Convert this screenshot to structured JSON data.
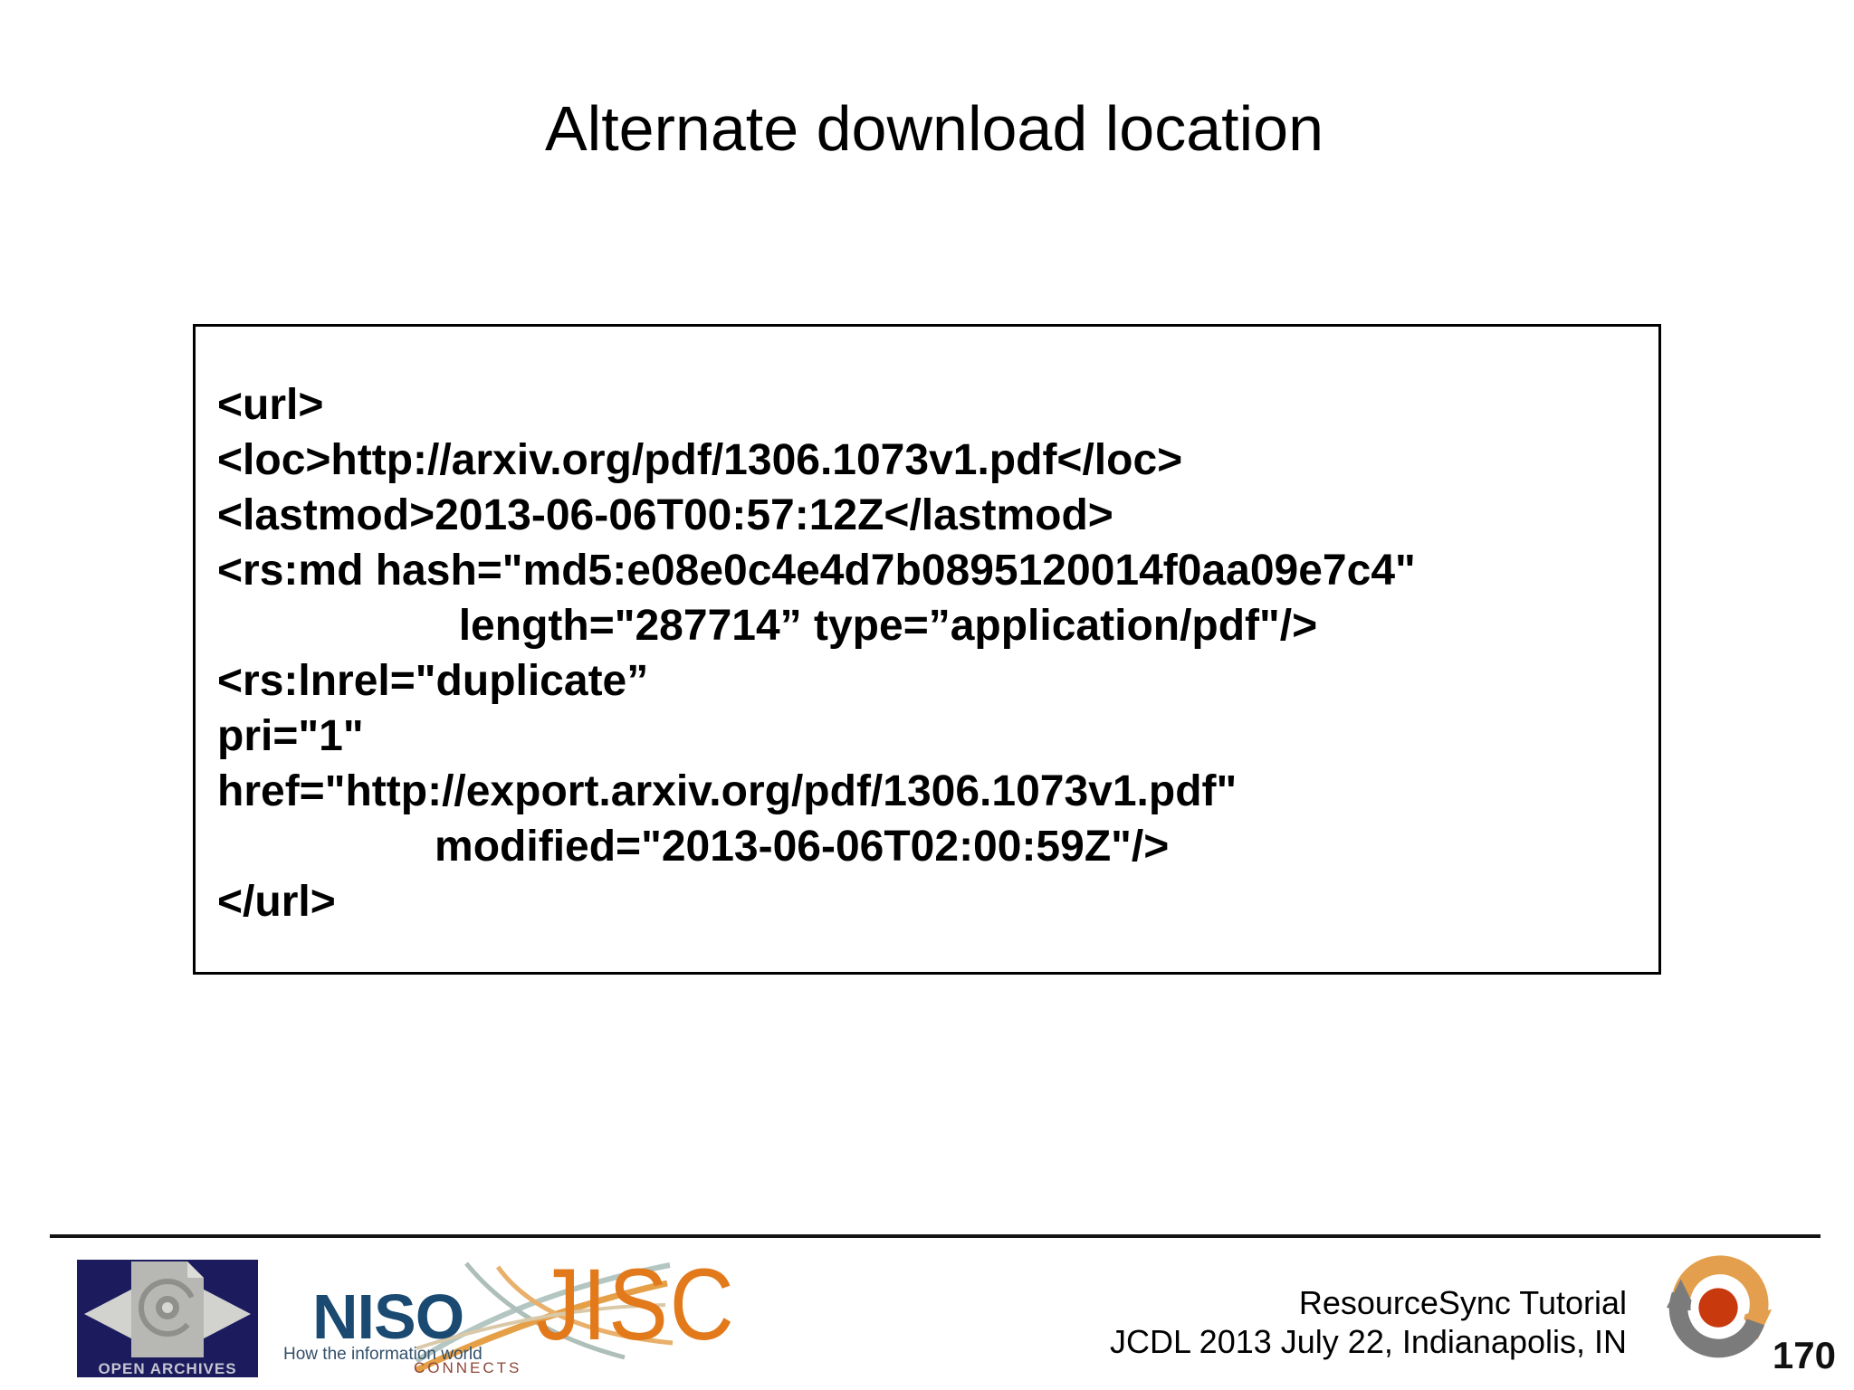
{
  "title": "Alternate download location",
  "code": {
    "lines": [
      "<url>",
      "<loc>http://arxiv.org/pdf/1306.1073v1.pdf</loc>",
      "<lastmod>2013-06-06T00:57:12Z</lastmod>",
      "<rs:md hash=\"md5:e08e0c4e4d7b0895120014f0aa09e7c4\"",
      "                    length=\"287714” type=”application/pdf\"/>",
      "<rs:lnrel=\"duplicate”",
      "pri=\"1\"",
      "href=\"http://export.arxiv.org/pdf/1306.1073v1.pdf\"",
      "                  modified=\"2013-06-06T02:00:59Z\"/>",
      "</url>"
    ]
  },
  "footer": {
    "tutorial_line1": "ResourceSync Tutorial",
    "tutorial_line2": "JCDL 2013 July 22, Indianapolis, IN",
    "page_number": "170",
    "open_archives_label": "OPEN ARCHIVES",
    "niso_name": "NISO",
    "niso_tagline": "How the information world",
    "niso_tagline2": "CONNECTS",
    "jisc_name": "JISC"
  },
  "colors": {
    "oa_navy": "#1b1b5e",
    "niso_navy": "#1a4a72",
    "connects_brown": "#8c4736",
    "jisc_orange": "#e2791a",
    "rs_orange": "#e49f4e",
    "rs_gray": "#7b7b7b",
    "rs_red": "#c8390e"
  }
}
